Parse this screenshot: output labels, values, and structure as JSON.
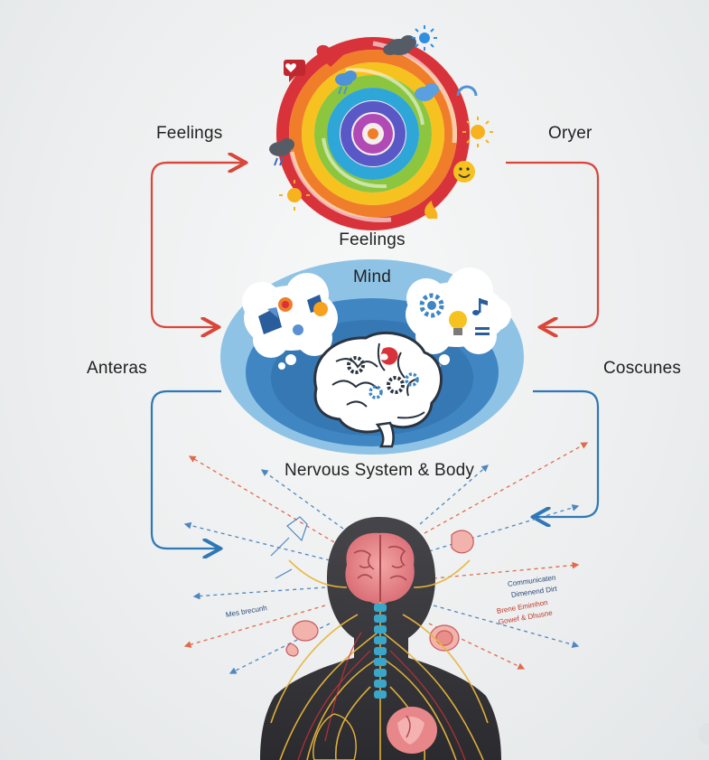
{
  "labels": {
    "top_left": "Feelings",
    "top_right": "Oryer",
    "feelings_center": "Feelings",
    "mind": "Mind",
    "left_middle": "Anteras",
    "right_middle": "Coscunes",
    "nervous_system": "Nervous System & Body"
  },
  "small_text": {
    "left_note": "Mes brecunh",
    "right_note_1": "Communicaten",
    "right_note_2": "Dimenend Dirt",
    "right_note_3": "Brene Emimhon",
    "right_note_4": "Gowef & Dhusne"
  },
  "colors": {
    "feedback_arrow": "#d9473a",
    "body_arrow": "#2f78b5",
    "mind_outer": "#8fc3e6",
    "mind_inner": "#3f86c2",
    "silhouette": "#3a3a3e",
    "nerve": "#e8b53a",
    "spine": "#3aa6c9"
  },
  "icons": [
    "heart-icon",
    "cloud-icon",
    "sun-icon",
    "smiley-icon",
    "gear-icon",
    "lightbulb-icon",
    "music-note-icon",
    "brain-icon",
    "chat-icon"
  ]
}
